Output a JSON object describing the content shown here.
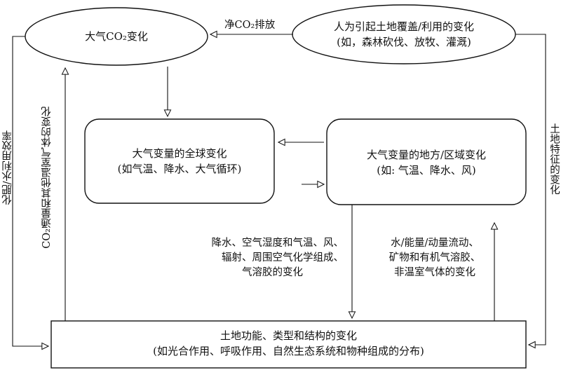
{
  "nodes": {
    "co2_change": "大气CO₂变化",
    "human_land": {
      "line1": "人为引起土地覆盖/利用的变化",
      "line2": "(如，森林砍伐、放牧、灌溉)"
    },
    "global_change": {
      "line1": "大气变量的全球变化",
      "line2": "(如气温、降水、大气循环)"
    },
    "regional_change": {
      "line1": "大气变量的地方/区域变化",
      "line2": "(如: 气温、降水、风)"
    },
    "land_function": {
      "line1": "土地功能、类型和结构的变化",
      "line2": "(如光合作用、呼吸作用、自然生态系统和物种组成的分布)"
    }
  },
  "labels": {
    "net_co2": "净CO₂排放",
    "precip_block": {
      "line1": "降水、空气湿度和气温、风、",
      "line2": "辐射、周围空气化学组成、",
      "line3": "气溶胶的变化"
    },
    "water_block": {
      "line1": "水/能量/动量流动、",
      "line2": "矿物和有机气溶胶、",
      "line3": "非温室气体的变化"
    },
    "fertilizer": "化肥/水利用效率",
    "co2_flux": "CO₂通量和其他温室气体的变化",
    "land_features": "土地特征的变化"
  }
}
